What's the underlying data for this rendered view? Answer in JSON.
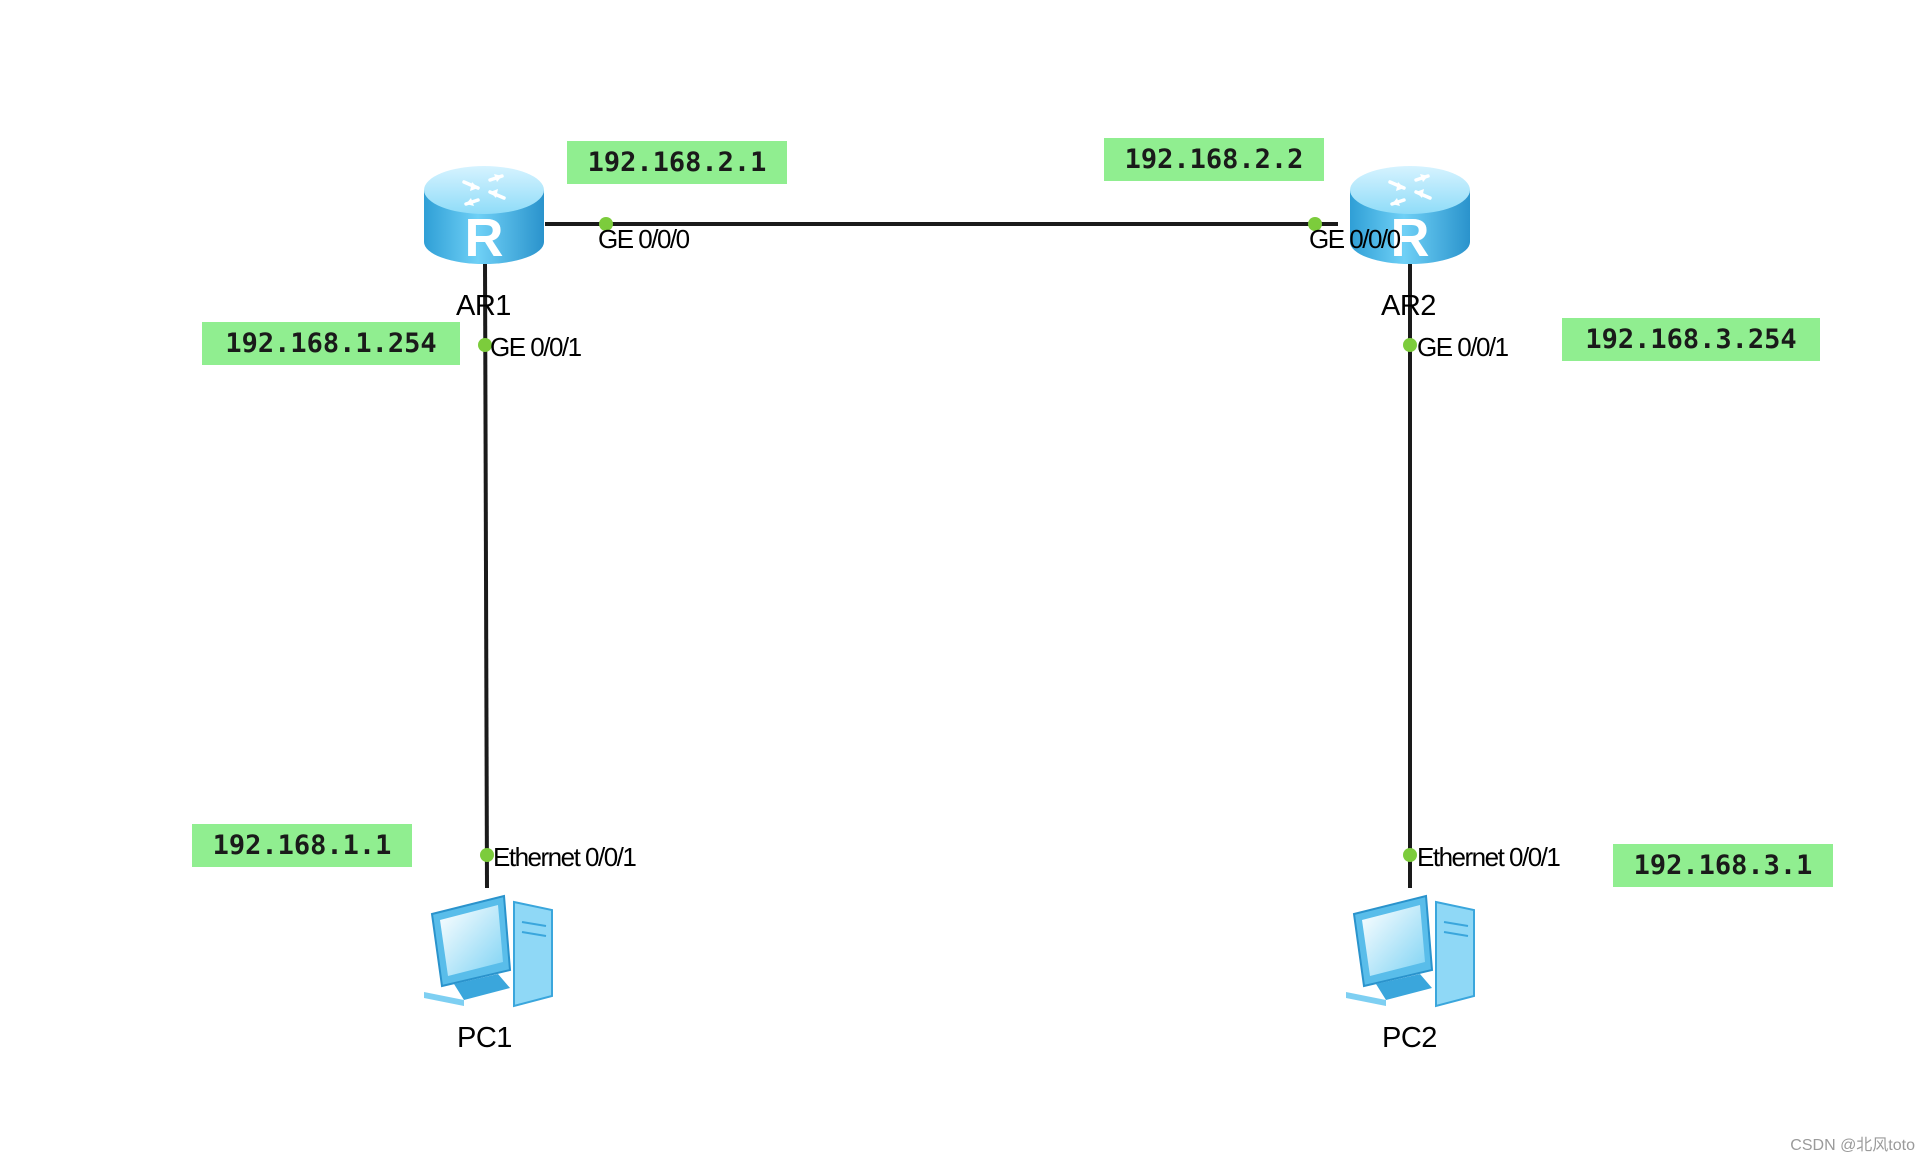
{
  "devices": {
    "ar1": {
      "name": "AR1",
      "icon": "router-icon"
    },
    "ar2": {
      "name": "AR2",
      "icon": "router-icon"
    },
    "pc1": {
      "name": "PC1",
      "icon": "pc-icon"
    },
    "pc2": {
      "name": "PC2",
      "icon": "pc-icon"
    }
  },
  "ports": {
    "ar1_ge000": "GE 0/0/0",
    "ar2_ge000": "GE 0/0/0",
    "ar1_ge001": "GE 0/0/1",
    "ar2_ge001": "GE 0/0/1",
    "pc1_eth": "Ethernet 0/0/1",
    "pc2_eth": "Ethernet 0/0/1"
  },
  "ips": {
    "ar1_ge000": "192.168.2.1",
    "ar2_ge000": "192.168.2.2",
    "ar1_ge001": "192.168.1.254",
    "ar2_ge001": "192.168.3.254",
    "pc1": "192.168.1.1",
    "pc2": "192.168.3.1"
  },
  "links": [
    {
      "from": "AR1",
      "from_port": "GE 0/0/0",
      "to": "AR2",
      "to_port": "GE 0/0/0"
    },
    {
      "from": "AR1",
      "from_port": "GE 0/0/1",
      "to": "PC1",
      "to_port": "Ethernet 0/0/1"
    },
    {
      "from": "AR2",
      "from_port": "GE 0/0/1",
      "to": "PC2",
      "to_port": "Ethernet 0/0/1"
    }
  ],
  "colors": {
    "ip_highlight": "#90ee90",
    "port_dot": "#7ccc3c",
    "link": "#1a1a1a",
    "router_body": "#5bc0ee",
    "pc_body": "#8fd8f6"
  },
  "watermark": "CSDN @北风toto"
}
